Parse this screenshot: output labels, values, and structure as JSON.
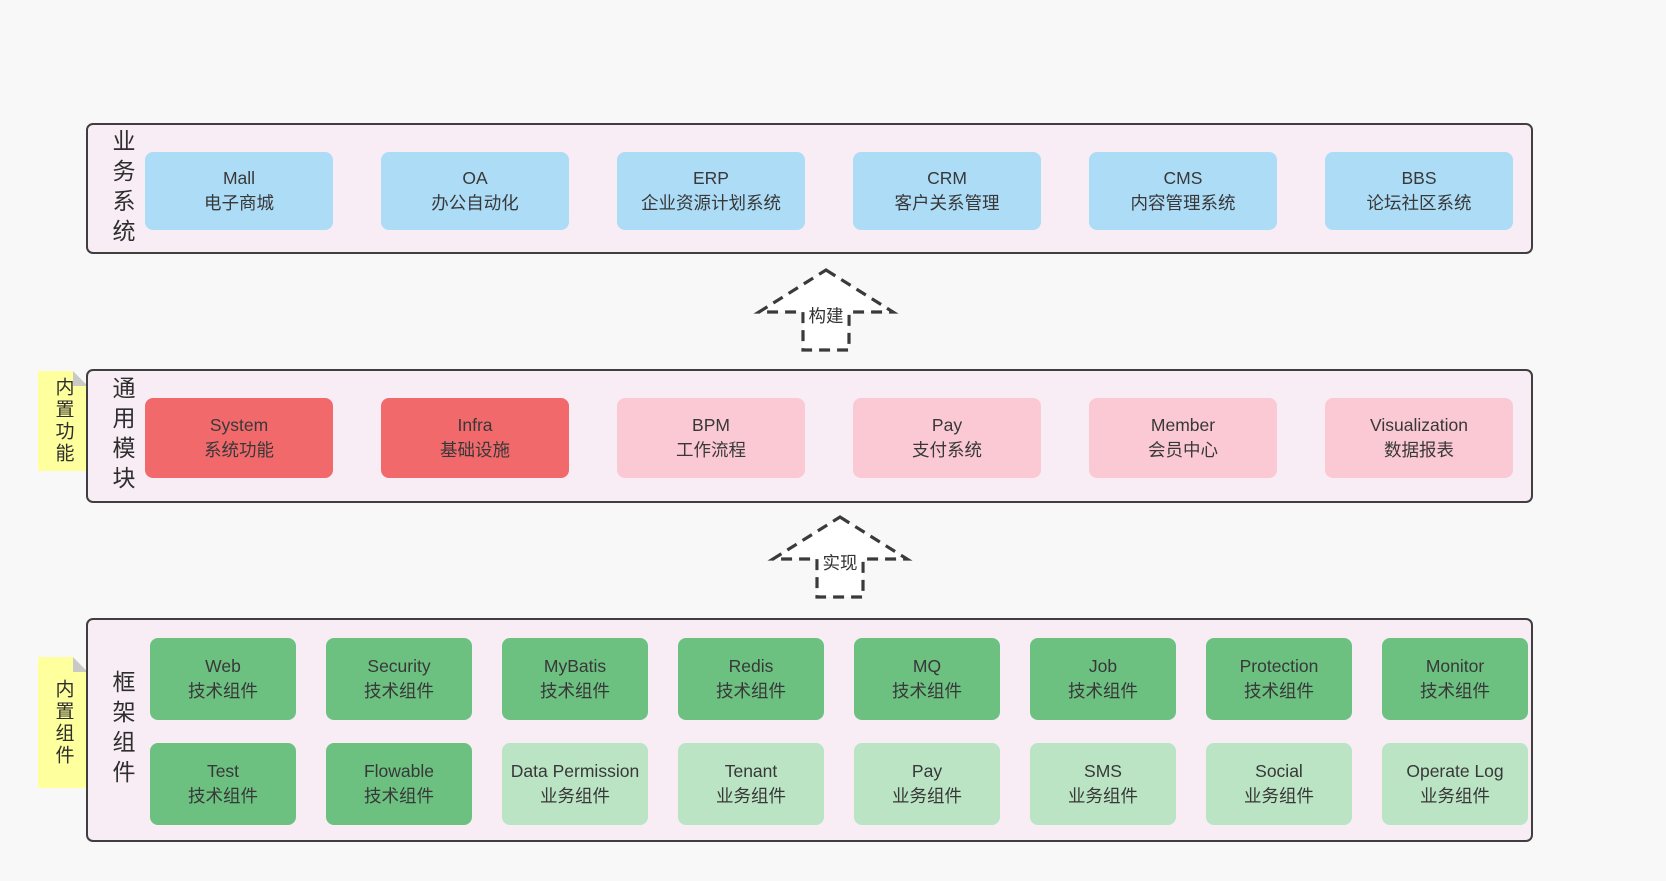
{
  "bands": [
    {
      "side_label": "业务系统",
      "boxes": [
        {
          "title": "Mall",
          "subtitle": "电子商城"
        },
        {
          "title": "OA",
          "subtitle": "办公自动化"
        },
        {
          "title": "ERP",
          "subtitle": "企业资源计划系统"
        },
        {
          "title": "CRM",
          "subtitle": "客户关系管理"
        },
        {
          "title": "CMS",
          "subtitle": "内容管理系统"
        },
        {
          "title": "BBS",
          "subtitle": "论坛社区系统"
        }
      ]
    },
    {
      "side_label": "通用模块",
      "note": "内置功能",
      "boxes": [
        {
          "title": "System",
          "subtitle": "系统功能"
        },
        {
          "title": "Infra",
          "subtitle": "基础设施"
        },
        {
          "title": "BPM",
          "subtitle": "工作流程"
        },
        {
          "title": "Pay",
          "subtitle": "支付系统"
        },
        {
          "title": "Member",
          "subtitle": "会员中心"
        },
        {
          "title": "Visualization",
          "subtitle": "数据报表"
        }
      ]
    },
    {
      "side_label": "框架组件",
      "note": "内置组件",
      "boxes": [
        {
          "title": "Web",
          "subtitle": "技术组件"
        },
        {
          "title": "Security",
          "subtitle": "技术组件"
        },
        {
          "title": "MyBatis",
          "subtitle": "技术组件"
        },
        {
          "title": "Redis",
          "subtitle": "技术组件"
        },
        {
          "title": "MQ",
          "subtitle": "技术组件"
        },
        {
          "title": "Job",
          "subtitle": "技术组件"
        },
        {
          "title": "Protection",
          "subtitle": "技术组件"
        },
        {
          "title": "Monitor",
          "subtitle": "技术组件"
        },
        {
          "title": "Test",
          "subtitle": "技术组件"
        },
        {
          "title": "Flowable",
          "subtitle": "技术组件"
        },
        {
          "title": "Data Permission",
          "subtitle": "业务组件"
        },
        {
          "title": "Tenant",
          "subtitle": "业务组件"
        },
        {
          "title": "Pay",
          "subtitle": "业务组件"
        },
        {
          "title": "SMS",
          "subtitle": "业务组件"
        },
        {
          "title": "Social",
          "subtitle": "业务组件"
        },
        {
          "title": "Operate Log",
          "subtitle": "业务组件"
        }
      ]
    }
  ],
  "arrows": [
    {
      "label": "构建"
    },
    {
      "label": "实现"
    }
  ],
  "colors": {
    "background": "#f8f8f8",
    "band_fill": "#f8edf5",
    "band_border": "#3f3f3f",
    "blue": "#addcf7",
    "red": "#f2696c",
    "pink": "#fbc9d3",
    "green": "#6cc180",
    "green_light": "#bae4c4",
    "note_yellow": "#feff9d",
    "note_fold": "#c9c9c9",
    "text": "#3a3a3a"
  }
}
